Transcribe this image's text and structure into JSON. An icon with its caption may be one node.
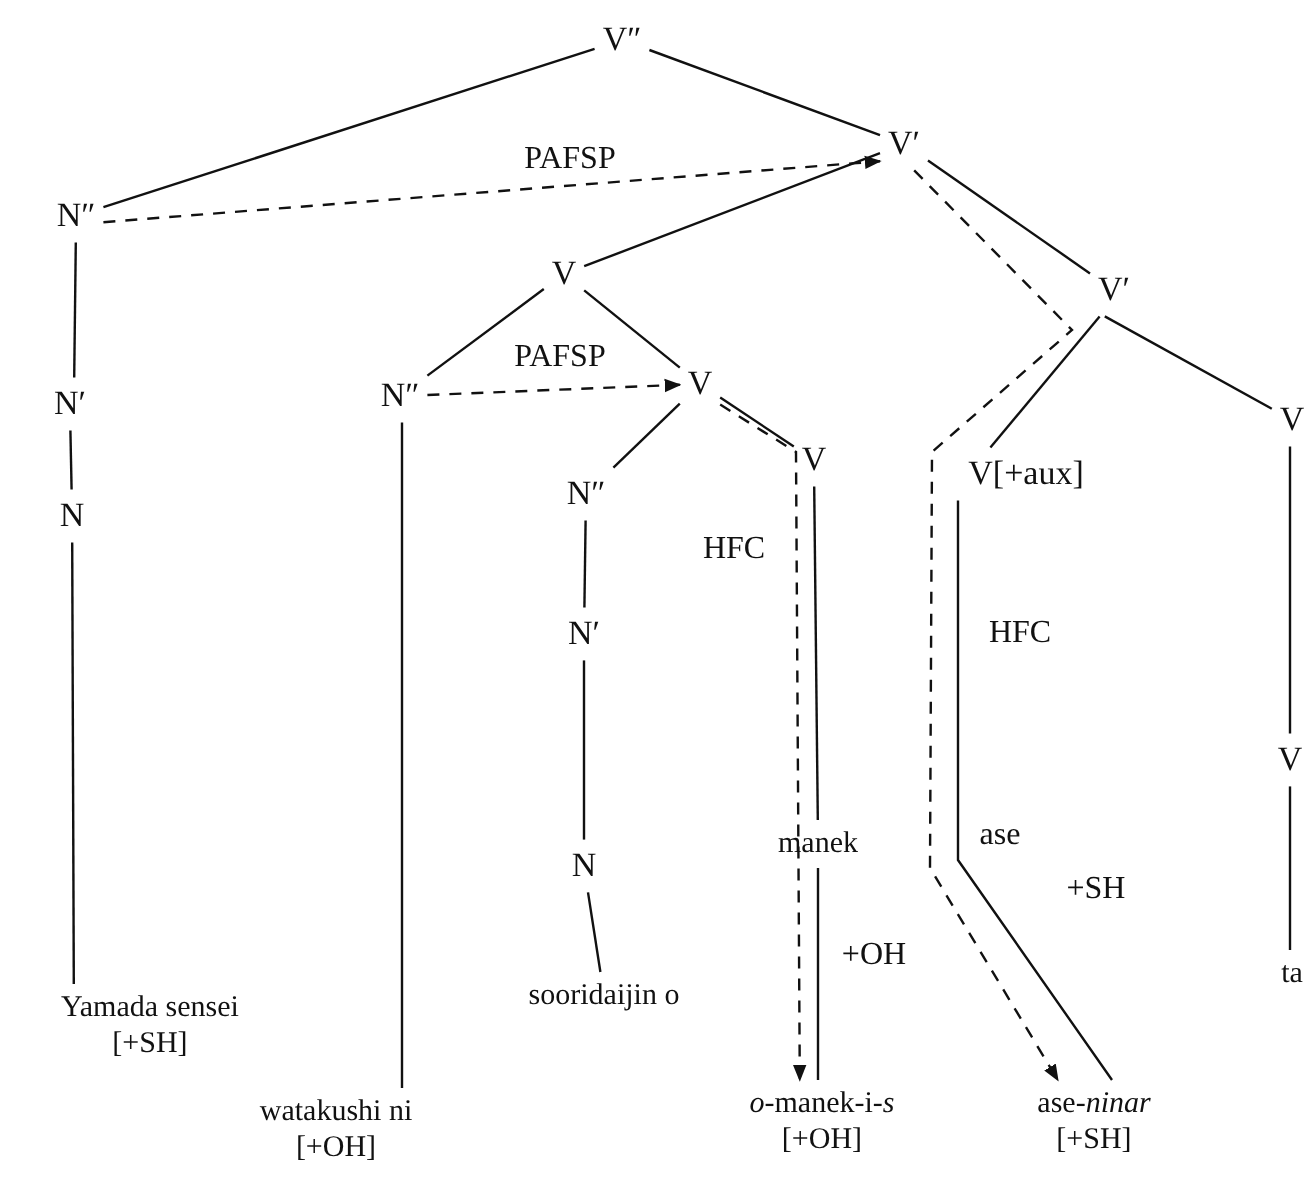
{
  "diagram": {
    "nodes": [
      {
        "text": [
          "V″"
        ]
      },
      {
        "text": [
          "N″"
        ]
      },
      {
        "text": [
          "V′"
        ]
      },
      {
        "text": [
          "V"
        ]
      },
      {
        "text": [
          "V′"
        ]
      },
      {
        "text": [
          "N″"
        ]
      },
      {
        "text": [
          "V"
        ]
      },
      {
        "text": [
          "N′"
        ]
      },
      {
        "text": [
          "N"
        ]
      },
      {
        "text": [
          "N″"
        ]
      },
      {
        "text": [
          "V"
        ]
      },
      {
        "text": [
          "V[+aux]"
        ]
      },
      {
        "text": [
          "V"
        ]
      },
      {
        "text": [
          "N′"
        ]
      },
      {
        "text": [
          "N"
        ]
      },
      {
        "text": [
          "manek"
        ]
      },
      {
        "text": [
          "V"
        ]
      },
      {
        "text": [
          "sooridaijin o"
        ]
      },
      {
        "text": [
          "ta"
        ]
      },
      {
        "text": [
          "Yamada sensei",
          "[+SH]"
        ]
      },
      {
        "text": [
          "watakushi ni",
          "[+OH]"
        ]
      },
      {
        "text": [
          "*o*-manek-i-*s*",
          "[+OH]"
        ]
      },
      {
        "text": [
          "ase-*ninar*",
          "[+SH]"
        ]
      }
    ],
    "edges": [
      {
        "from": 0,
        "to": 1,
        "arrow": "none"
      },
      {
        "from": 0,
        "to": 2,
        "arrow": "none"
      },
      {
        "from": 2,
        "to": 3,
        "arrow": "none"
      },
      {
        "from": 2,
        "to": 4,
        "arrow": "none"
      },
      {
        "from": 4,
        "to": 12,
        "arrow": "none"
      },
      {
        "from": 4,
        "to": 11,
        "arrow": "none"
      },
      {
        "from": 3,
        "to": 5,
        "arrow": "none"
      },
      {
        "from": 3,
        "to": 6,
        "arrow": "none"
      },
      {
        "from": 6,
        "to": 9,
        "arrow": "none"
      },
      {
        "from": 6,
        "to": 10,
        "arrow": "none"
      },
      {
        "from": 1,
        "to": 7,
        "arrow": "none"
      },
      {
        "from": 7,
        "to": 8,
        "arrow": "none"
      },
      {
        "from": 8,
        "to": 19,
        "arrow": "none"
      },
      {
        "from": 5,
        "to": 20,
        "arrow": "none"
      },
      {
        "from": 9,
        "to": 13,
        "arrow": "none"
      },
      {
        "from": 13,
        "to": 14,
        "arrow": "none"
      },
      {
        "from": 14,
        "to": 17,
        "arrow": "none"
      },
      {
        "from": 10,
        "to": 15,
        "arrow": "none"
      },
      {
        "from": 15,
        "to": 21,
        "arrow": "none",
        "label": "+OH"
      },
      {
        "from": 11,
        "to": 22,
        "arrow": "none",
        "label": "+SH"
      },
      {
        "from": 12,
        "to": 16,
        "arrow": "none"
      },
      {
        "from": 16,
        "to": 18,
        "arrow": "none"
      },
      {
        "from": 1,
        "to": 2,
        "arrow": "to",
        "style": "dashed",
        "label": "PAFSP"
      },
      {
        "from": 5,
        "to": 6,
        "arrow": "to",
        "style": "dashed",
        "label": "PAFSP"
      },
      {
        "from": 6,
        "to": 21,
        "arrow": "to",
        "style": "dashed",
        "label": "HFC"
      },
      {
        "from": 2,
        "to": 22,
        "arrow": "to",
        "style": "dashed",
        "label": "HFC"
      }
    ],
    "labels": [
      "ase"
    ]
  }
}
